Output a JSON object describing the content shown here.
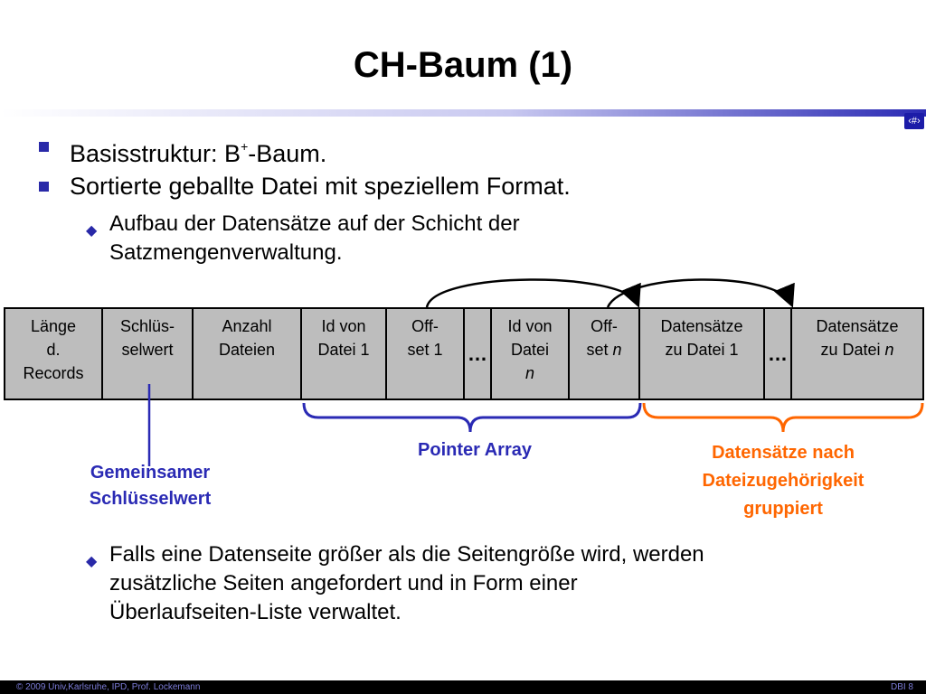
{
  "title": "CH-Baum (1)",
  "slide_number_badge": "‹#›",
  "bullets": [
    {
      "prefix": "Basisstruktur: B",
      "sup": "+",
      "suffix": "-Baum."
    },
    {
      "text": "Sortierte geballte Datei mit speziellem Format."
    }
  ],
  "sub_bullets": [
    {
      "line1": "Aufbau der Datensätze auf der Schicht der",
      "line2": "Satzmengenverwaltung."
    },
    {
      "line1": "Falls eine Datenseite größer als die Seitengröße wird, werden",
      "line2": "zusätzliche Seiten angefordert und in Form einer",
      "line3": "Überlaufseiten-Liste verwaltet."
    }
  ],
  "record": {
    "fields": [
      {
        "label": "Länge\nd.\nRecords",
        "fill": "#bdbdbd"
      },
      {
        "label": "Schlüs-\nselwert",
        "fill": "#bdbdbd"
      },
      {
        "label": "Anzahl\nDateien",
        "fill": "#bdbdbd"
      },
      {
        "label": "Id von\nDatei 1",
        "fill": "#bdbdbd"
      },
      {
        "label": "Off-\nset 1",
        "fill": "#bdbdbd"
      },
      {
        "label": "…",
        "fill": "#bdbdbd"
      },
      {
        "label": "Id von\nDatei",
        "italic": "n",
        "fill": "#bdbdbd"
      },
      {
        "label": "Off-\nset",
        "italic_inline": "n",
        "fill": "#bdbdbd"
      },
      {
        "label": "Datensätze\nzu Datei 1",
        "fill": "#bdbdbd"
      },
      {
        "label": "…",
        "fill": "#bdbdbd"
      },
      {
        "label": "Datensätze\nzu Datei",
        "italic_inline": "n",
        "fill": "#bdbdbd"
      }
    ]
  },
  "annotations": {
    "common_key": {
      "line1": "Gemeinsamer",
      "line2": "Schlüsselwert"
    },
    "pointer_array": "Pointer Array",
    "grouped_records": {
      "line1": "Datensätze nach",
      "line2": "Dateizugehörigkeit",
      "line3": "gruppiert"
    }
  },
  "colors": {
    "blue": "#2a2ab4",
    "orange": "#ff6600",
    "cell_fill": "#bdbdbd",
    "bullet": "#2929a8"
  },
  "footer": {
    "left": "© 2009 Univ,Karlsruhe, IPD, Prof. Lockemann",
    "right": "DBI 8"
  }
}
